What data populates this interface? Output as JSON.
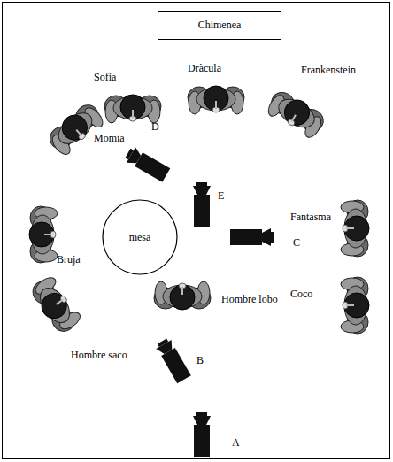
{
  "diagram": {
    "nodes": [
      {
        "text": [
          "Chimenea"
        ]
      },
      {
        "text": [
          "mesa"
        ]
      }
    ],
    "labels": [
      "Sofia",
      "Dràcula",
      "Frankenstein",
      "Momia",
      "D",
      "E",
      "C",
      "Fantasma",
      "Bruja",
      "Coco",
      "Hombre lobo",
      "Hombre saco",
      "B",
      "A"
    ]
  }
}
